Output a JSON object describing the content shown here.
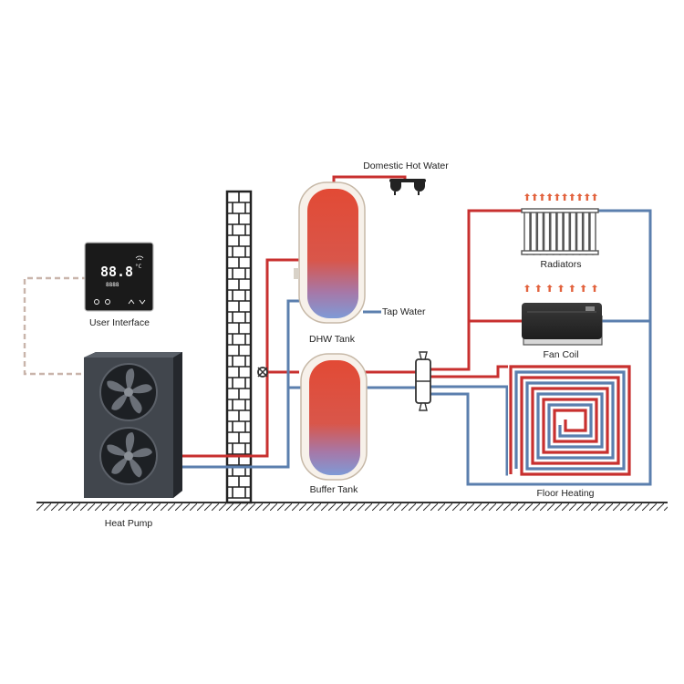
{
  "colors": {
    "hot": "#c8302f",
    "cold": "#5b7fae",
    "dashed": "#c9b5ab",
    "ground": "#333333",
    "unit": "#3c4148",
    "tank_hot": "#e0553a",
    "tank_cold": "#8aa3d6"
  },
  "labels": {
    "domestic_hot_water": "Domestic Hot Water",
    "tap_water": "Tap Water",
    "dhw_tank": "DHW Tank",
    "buffer_tank": "Buffer Tank",
    "radiators": "Radiators",
    "fan_coil": "Fan Coil",
    "floor_heating": "Floor Heating",
    "user_interface": "User Interface",
    "heat_pump": "Heat Pump"
  },
  "controller": {
    "temperature": "88.8",
    "unit": "°C",
    "sub_display": "8888",
    "wifi_icon": "wifi-icon",
    "buttons": [
      "power-icon",
      "mode-icon",
      "up-icon",
      "down-icon"
    ]
  }
}
